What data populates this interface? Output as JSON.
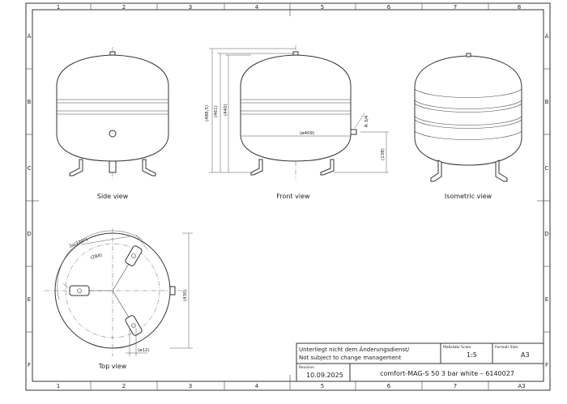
{
  "zones": {
    "cols": [
      "1",
      "2",
      "3",
      "4",
      "5",
      "6",
      "7",
      "8"
    ],
    "rows": [
      "A",
      "B",
      "C",
      "D",
      "E",
      "F"
    ]
  },
  "views": {
    "side": "Side view",
    "front": "Front view",
    "isometric": "Isometric view",
    "top": "Top view"
  },
  "dims": {
    "h1": "(488,5)",
    "h2": "(461)",
    "h3": "(440)",
    "width": "(ø409)",
    "conn": "R 3/4",
    "conn_h": "(138)",
    "angle": "3x(120°)",
    "pcd": "(284)",
    "depth": "(430)",
    "hole": "(ø12)"
  },
  "title_block": {
    "notice_de": "Unterliegt nicht dem Änderungsdienst/",
    "notice_en": "Not subject to change management",
    "scale_label": "Maßstab/ Scale:",
    "scale": "1:5",
    "format_label": "Format/ Size:",
    "format": "A3",
    "revision_label": "Revision",
    "revision": "10.09.2025",
    "title": "comfort-MAG-S 50 3 bar white – 6140027",
    "sheet_format": "A3"
  }
}
